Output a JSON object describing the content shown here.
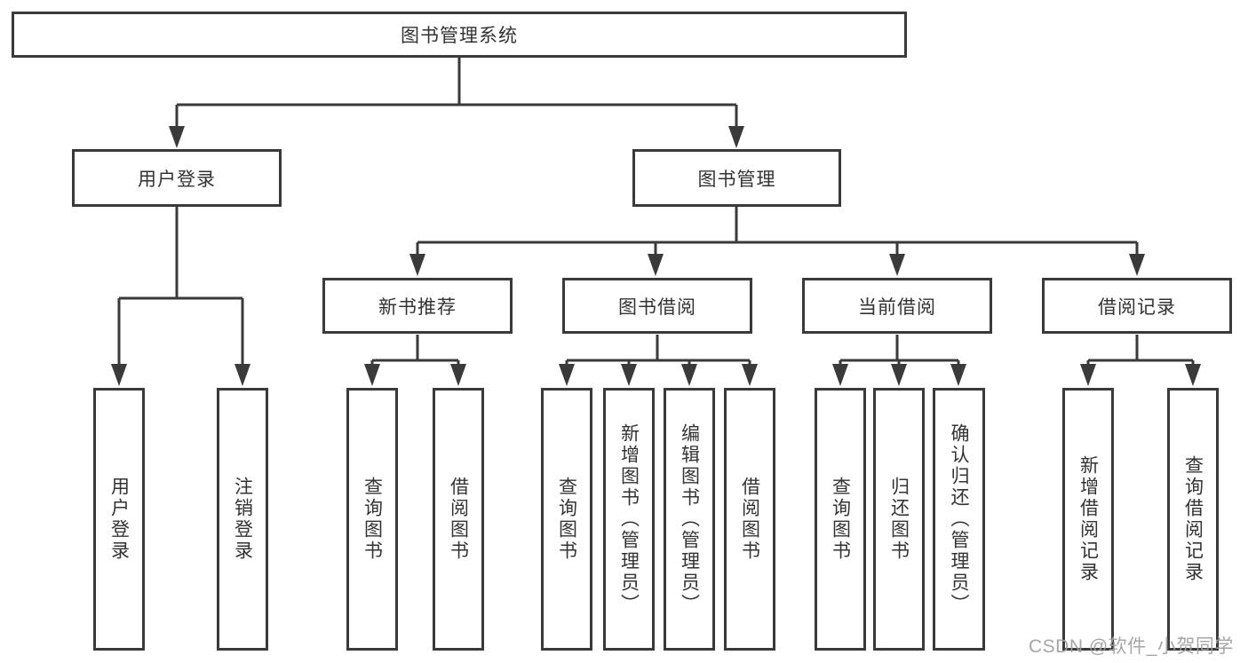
{
  "diagram": {
    "root": {
      "label": "图书管理系统"
    },
    "level2": [
      {
        "label": "用户登录"
      },
      {
        "label": "图书管理"
      }
    ],
    "level3": [
      {
        "label": "新书推荐"
      },
      {
        "label": "图书借阅"
      },
      {
        "label": "当前借阅"
      },
      {
        "label": "借阅记录"
      }
    ],
    "leaves": [
      {
        "label": "用户登录"
      },
      {
        "label": "注销登录"
      },
      {
        "label": "查询图书"
      },
      {
        "label": "借阅图书"
      },
      {
        "label": "查询图书"
      },
      {
        "label": "新增图书（管理员）"
      },
      {
        "label": "编辑图书（管理员）"
      },
      {
        "label": "借阅图书"
      },
      {
        "label": "查询图书"
      },
      {
        "label": "归还图书"
      },
      {
        "label": "确认归还（管理员）"
      },
      {
        "label": "新增借阅记录"
      },
      {
        "label": "查询借阅记录"
      }
    ]
  },
  "watermark": {
    "text": "CSDN @软件_小贺同学"
  },
  "colors": {
    "line": "#3a3a3a",
    "border": "#3a3a3a",
    "text": "#333333",
    "watermark": "#9e9e9e",
    "background": "#ffffff"
  }
}
